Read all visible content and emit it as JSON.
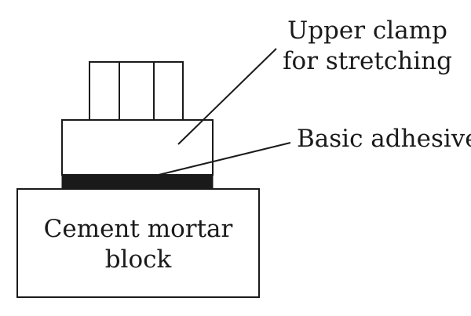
{
  "labels": {
    "upper_clamp_line1": "Upper clamp",
    "upper_clamp_line2": "for stretching",
    "basic_adhesive": "Basic adhesive",
    "mortar_line1": "Cement mortar",
    "mortar_line2": "block"
  },
  "colors": {
    "stroke": "#1a1a1a",
    "background": "#ffffff"
  }
}
